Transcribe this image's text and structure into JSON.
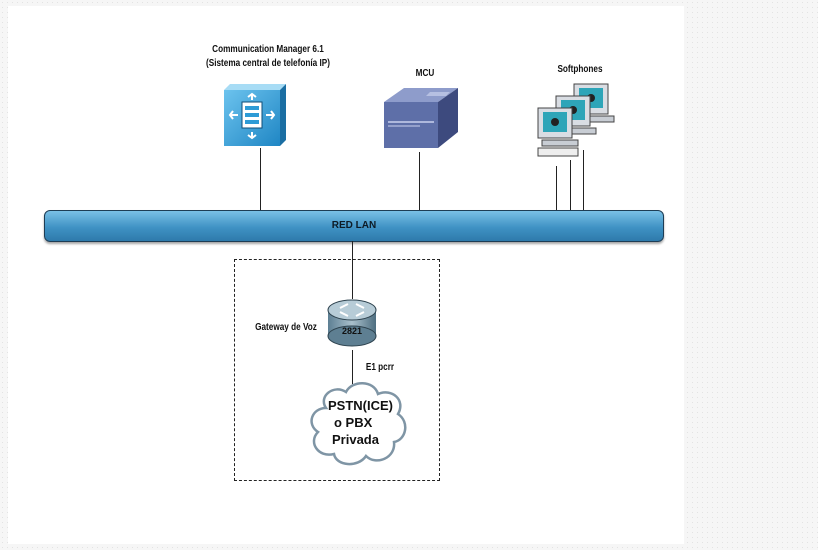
{
  "diagram": {
    "communication_manager": {
      "title_line1": "Communication Manager 6.1",
      "title_line2": "(Sistema central de telefonía IP)",
      "icon": "call-manager-server-icon"
    },
    "mcu": {
      "label": "MCU",
      "icon": "mcu-device-icon"
    },
    "softphones": {
      "label": "Softphones",
      "icon": "workstation-icon"
    },
    "lan": {
      "label": "RED LAN"
    },
    "gateway": {
      "label": "Gateway de Voz",
      "model": "2821",
      "icon": "router-icon"
    },
    "link": {
      "label": "E1 pcrr"
    },
    "pstn": {
      "line1": "PSTN(ICE)",
      "line2": "o PBX",
      "line3": "Privada",
      "icon": "cloud-icon"
    },
    "colors": {
      "lan_bar": "#3f92c4",
      "call_manager": "#2e9bd6",
      "mcu": "#5e6fa8",
      "router": "#6b8fa3",
      "monitor_screen": "#2ea5b8"
    }
  }
}
